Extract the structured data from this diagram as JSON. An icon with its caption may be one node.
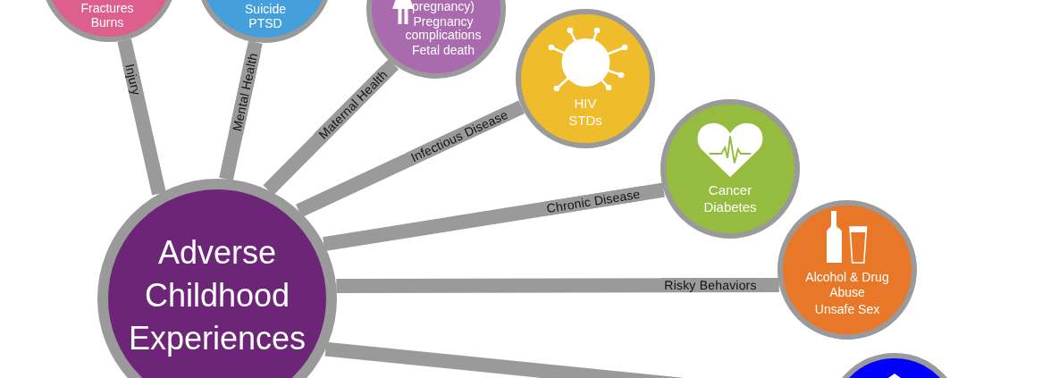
{
  "diagram": {
    "nodes": [
      {
        "text": [
          "Fractures",
          "Burns"
        ]
      },
      {
        "text": [
          "Suicide",
          "PTSD"
        ]
      },
      {
        "text": [
          "pregnancy)",
          "Pregnancy complications",
          "Fetal death"
        ]
      },
      {
        "text": [
          "HIV",
          "STDs"
        ]
      },
      {
        "text": [
          "Cancer",
          "Diabetes"
        ]
      },
      {
        "text": [
          "Adverse Childhood Experiences"
        ]
      },
      {
        "text": [
          "Alcohol & Drug Abuse",
          "Unsafe Sex"
        ]
      },
      {
        "text": [],
        "shape": "circle"
      }
    ],
    "edges": [
      {
        "from": 5,
        "to": 0,
        "arrow": "none",
        "label": "Injury"
      },
      {
        "from": 5,
        "to": 1,
        "arrow": "none",
        "label": "Mental Health"
      },
      {
        "from": 5,
        "to": 2,
        "arrow": "none",
        "label": "Maternal Health"
      },
      {
        "from": 5,
        "to": 3,
        "arrow": "none",
        "label": "Infectious Disease"
      },
      {
        "from": 5,
        "to": 4,
        "arrow": "none",
        "label": "Chronic Disease"
      },
      {
        "from": 5,
        "to": 6,
        "arrow": "none",
        "label": "Risky Behaviors"
      },
      {
        "from": 5,
        "to": 7,
        "arrow": "none"
      }
    ]
  }
}
